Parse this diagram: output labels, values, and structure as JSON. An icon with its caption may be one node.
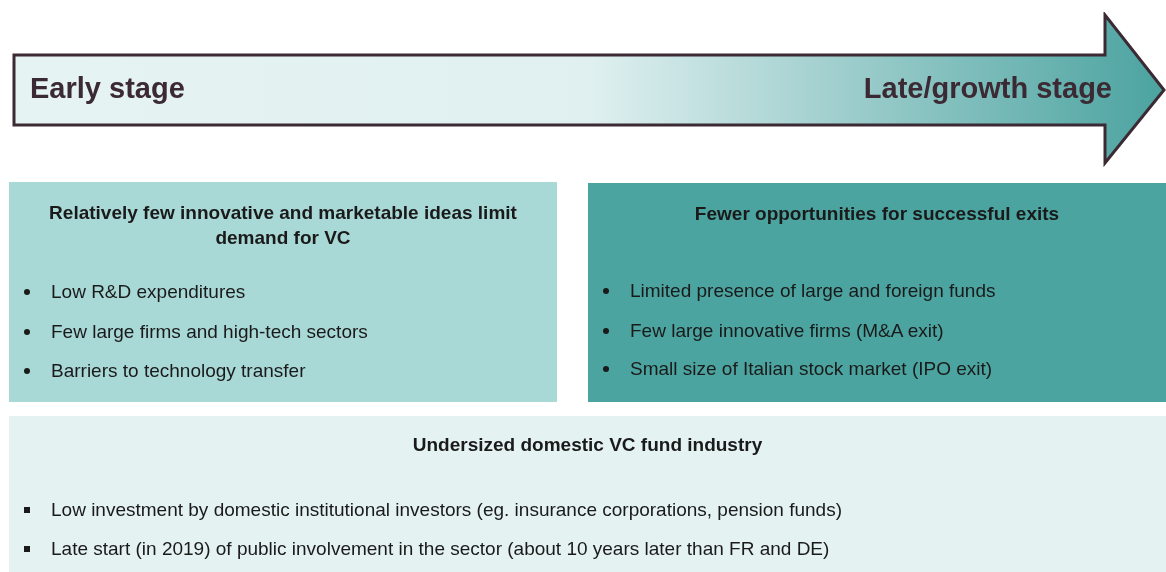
{
  "diagram": {
    "nodes": [
      {
        "text": [
          "Early stage",
          "Late/growth stage"
        ]
      },
      {
        "text": [
          "Relatively few innovative and marketable ideas limit demand for VC",
          "Low R&D expenditures",
          "Few large firms and high-tech sectors",
          "Barriers to technology transfer"
        ]
      },
      {
        "text": [
          "Fewer opportunities for successful exits",
          "Limited presence of large and foreign funds",
          "Few large innovative firms (M&A exit)",
          "Small size of Italian stock market (IPO exit)"
        ]
      },
      {
        "text": [
          "Undersized domestic VC fund industry",
          "Low investment by domestic institutional investors (eg. insurance corporations, pension funds)",
          "Late start (in 2019) of public involvement in the sector (about 10 years later than FR and DE)"
        ]
      }
    ]
  }
}
